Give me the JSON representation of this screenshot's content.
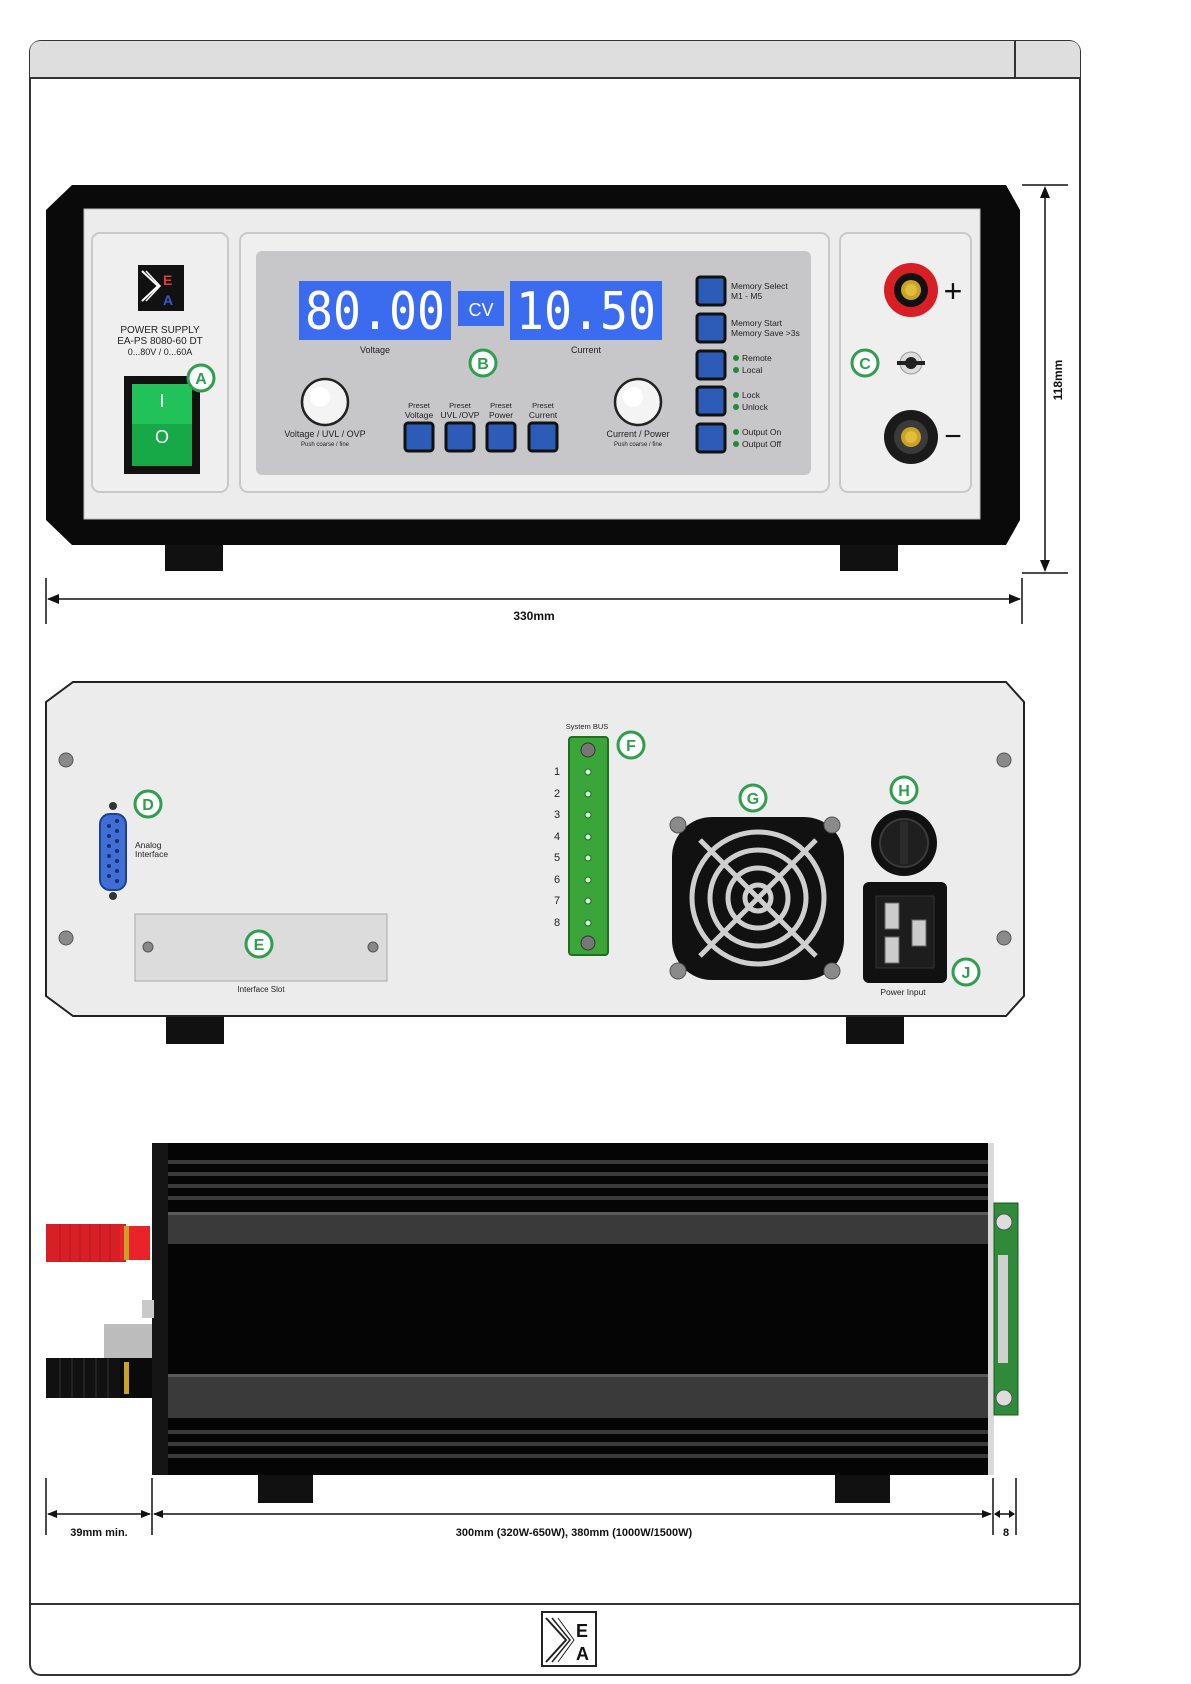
{
  "front": {
    "label": "POWER SUPPLY",
    "model": "EA-PS 8080-60 DT",
    "range": "0...80V / 0...60A",
    "switch_on": "I",
    "switch_off": "O",
    "lcd_voltage": "80.00",
    "lcd_mode": "CV",
    "lcd_current": "10.50",
    "voltage_label": "Voltage",
    "current_label": "Current",
    "knob_left_label": "Voltage / UVL / OVP",
    "knob_left_sub": "Push coarse / fine",
    "knob_right_label": "Current / Power",
    "knob_right_sub": "Push coarse / fine",
    "preset_buttons": [
      {
        "line1": "Preset",
        "line2": "Voltage"
      },
      {
        "line1": "Preset",
        "line2": "UVL /OVP"
      },
      {
        "line1": "Preset",
        "line2": "Power"
      },
      {
        "line1": "Preset",
        "line2": "Current"
      }
    ],
    "side_buttons": [
      {
        "line1": "Memory Select",
        "line2": "M1 - M5",
        "led": false
      },
      {
        "line1": "Memory Start",
        "line2": "Memory Save >3s",
        "led": false
      },
      {
        "line1": "Remote",
        "line2": "Local",
        "led": true
      },
      {
        "line1": "Lock",
        "line2": "Unlock",
        "led": true
      },
      {
        "line1": "Output On",
        "line2": "Output Off",
        "led": true
      }
    ],
    "plus": "+",
    "minus": "−",
    "callouts": {
      "a": "A",
      "b": "B",
      "c": "C"
    },
    "width_dim": "330mm",
    "height_dim": "118mm"
  },
  "rear": {
    "analog_label_1": "Analog",
    "analog_label_2": "Interface",
    "interface_slot": "Interface Slot",
    "system_bus": "System BUS",
    "bus_pins": [
      "1",
      "2",
      "3",
      "4",
      "5",
      "6",
      "7",
      "8"
    ],
    "power_input": "Power Input",
    "callouts": {
      "d": "D",
      "e": "E",
      "f": "F",
      "g": "G",
      "h": "H",
      "j": "J"
    }
  },
  "side": {
    "dim_left": "39mm min.",
    "dim_main": "300mm (320W-650W), 380mm (1000W/1500W)",
    "dim_right": "8"
  },
  "logo_letters": [
    "E",
    "A"
  ],
  "colors": {
    "lcd_blue": "#3b6cf0",
    "callout_green": "#2f9e4f",
    "switch_green": "#16a34a",
    "terminal_red": "#d81f26",
    "terminal_black": "#1a1a1a",
    "bus_green": "#3aa63a",
    "db15_blue": "#3f6fd6"
  }
}
